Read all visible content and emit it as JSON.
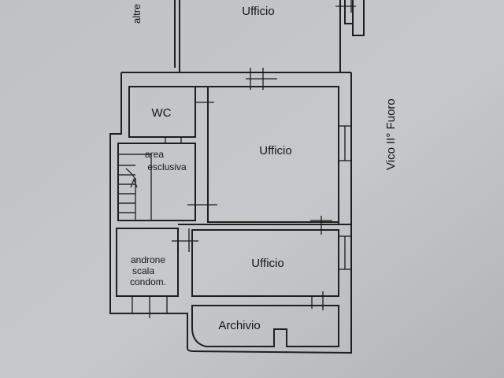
{
  "floor_plan": {
    "rooms": {
      "ufficio_top": "Ufficio",
      "wc": "WC",
      "area_esclusiva_line1": "area",
      "area_esclusiva_line2": "esclusiva",
      "ufficio_center": "Ufficio",
      "androne_line1": "androne",
      "androne_line2": "scala",
      "androne_line3": "condom.",
      "ufficio_bottom": "Ufficio",
      "archivio": "Archivio"
    },
    "street_label": "Vico  II°  Fuoro",
    "neighbor_label": "altre"
  },
  "colors": {
    "paper": "#b9bbbf",
    "paper_light": "#c8cace",
    "wall": "#1f1f1f",
    "text": "#141414"
  }
}
